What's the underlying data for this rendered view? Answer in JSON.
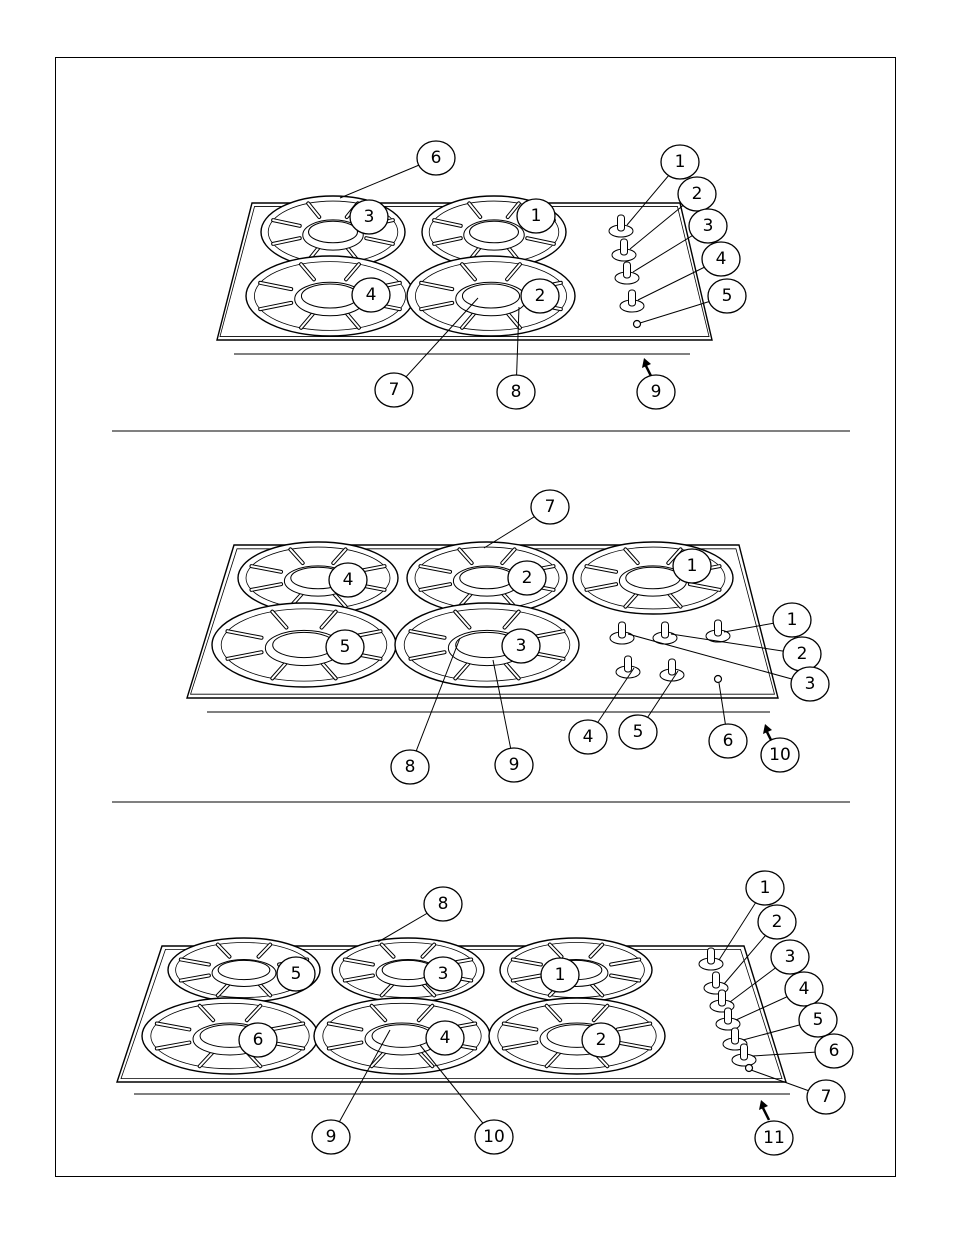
{
  "figures": [
    {
      "name": "four-burner-cooktop",
      "burner_callouts": [
        "3",
        "1",
        "4",
        "2"
      ],
      "knob_callouts": [
        "1",
        "2",
        "3",
        "4"
      ],
      "ignition_callout": "5",
      "grate_callout": "6",
      "burner_cap_callout": "7",
      "burner_base_callout": "8",
      "front_arrow_callout": "9"
    },
    {
      "name": "five-burner-cooktop",
      "burner_callouts": [
        "4",
        "2",
        "1",
        "5",
        "3"
      ],
      "knob_callouts": [
        "1",
        "2",
        "3",
        "4",
        "5"
      ],
      "ignition_callout": "6",
      "grate_callout": "7",
      "burner_cap_callout": "8",
      "burner_base_callout": "9",
      "front_arrow_callout": "10"
    },
    {
      "name": "six-burner-cooktop",
      "burner_callouts": [
        "5",
        "3",
        "1",
        "6",
        "4",
        "2"
      ],
      "knob_callouts": [
        "1",
        "2",
        "3",
        "4",
        "5",
        "6"
      ],
      "ignition_callout": "7",
      "grate_callout": "8",
      "burner_cap_callout": "9",
      "burner_base_callout": "10",
      "front_arrow_callout": "11"
    }
  ],
  "colors": {
    "line": "#000000",
    "background": "#ffffff"
  }
}
